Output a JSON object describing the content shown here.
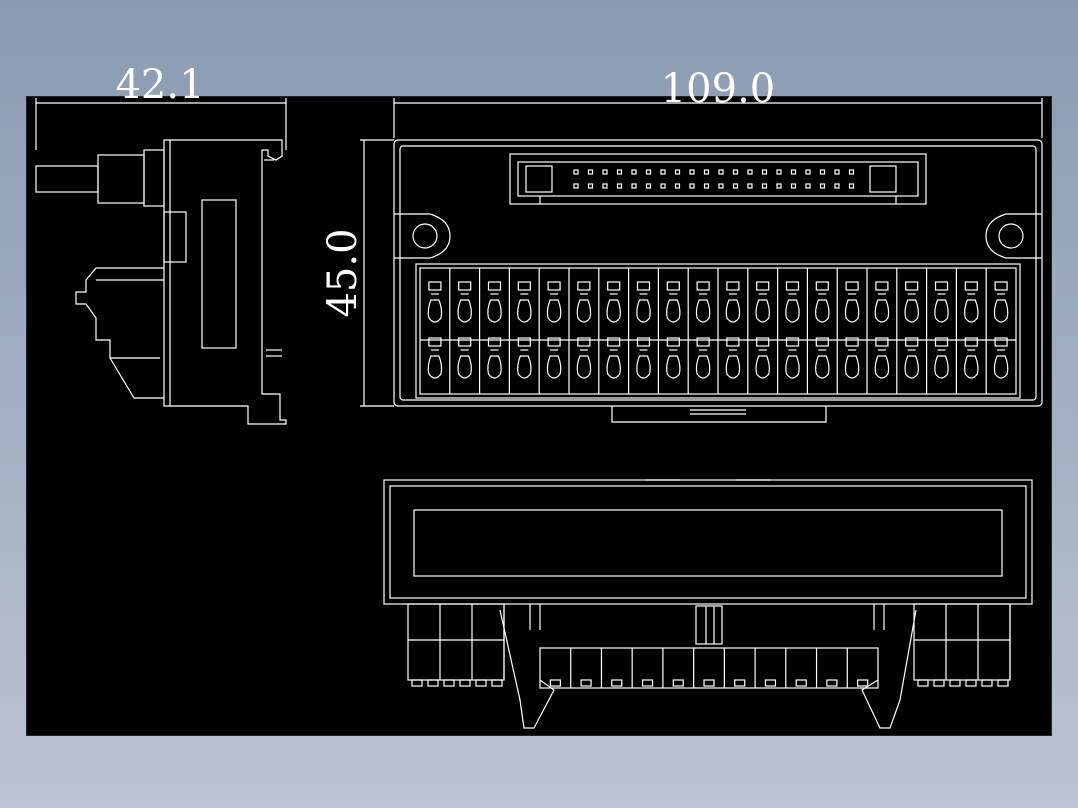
{
  "dimensions": {
    "side_width": "42.1",
    "front_width": "109.0",
    "front_height": "45.0"
  },
  "terminal_block": {
    "terminal_columns": 20,
    "connector_pin_pairs": 20
  },
  "colors": {
    "background": "#000000",
    "lines": "#ffffff",
    "window_gradient_top": "#8a9ab0",
    "window_gradient_bottom": "#bcc3d3"
  }
}
